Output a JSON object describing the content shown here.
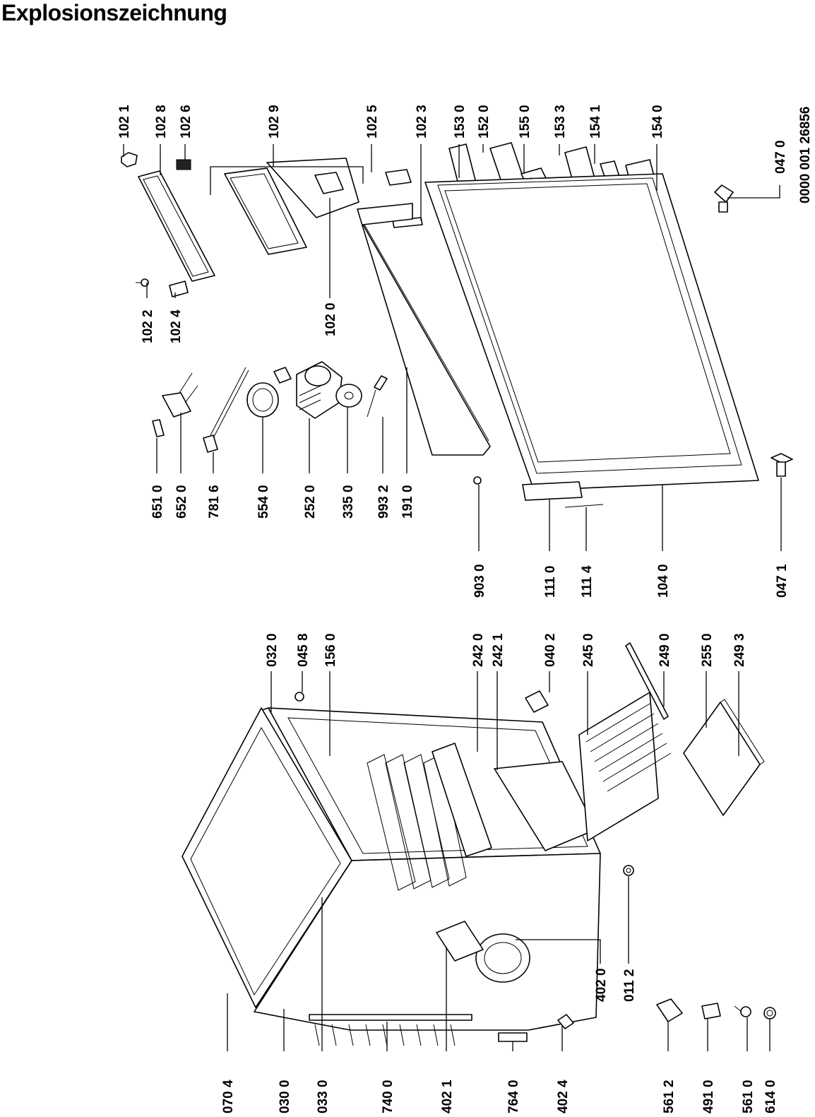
{
  "title": "Explosionszeichnung",
  "diagram_code": "0000 001 26856",
  "part_labels": {
    "p1021": "102 1",
    "p1028": "102 8",
    "p1026": "102 6",
    "p1029": "102 9",
    "p1025": "102 5",
    "p1023": "102 3",
    "p1530": "153 0",
    "p1520": "152 0",
    "p1550": "155 0",
    "p1533": "153 3",
    "p1541": "154 1",
    "p1540": "154 0",
    "p1022": "102 2",
    "p1024": "102 4",
    "p1020": "102 0",
    "p0470": "047 0",
    "p6510": "651 0",
    "p6520": "652 0",
    "p7816": "781 6",
    "p5540": "554 0",
    "p2520": "252 0",
    "p3350": "335 0",
    "p9932": "993 2",
    "p1910": "191 0",
    "p9030": "903 0",
    "p1110": "111 0",
    "p1114": "111 4",
    "p1040": "104 0",
    "p0471": "047 1",
    "p0320": "032 0",
    "p0458": "045 8",
    "p1560": "156 0",
    "p2420": "242 0",
    "p2421": "242 1",
    "p0402": "040 2",
    "p2450": "245 0",
    "p2490": "249 0",
    "p2550": "255 0",
    "p2493": "249 3",
    "p4020": "402 0",
    "p0112": "011 2",
    "p0704": "070 4",
    "p0300": "030 0",
    "p0330": "033 0",
    "p7400": "740 0",
    "p4021": "402 1",
    "p7640": "764 0",
    "p4024": "402 4",
    "p5612": "561 2",
    "p4910": "491 0",
    "p5610": "561 0",
    "p6140": "614 0"
  }
}
